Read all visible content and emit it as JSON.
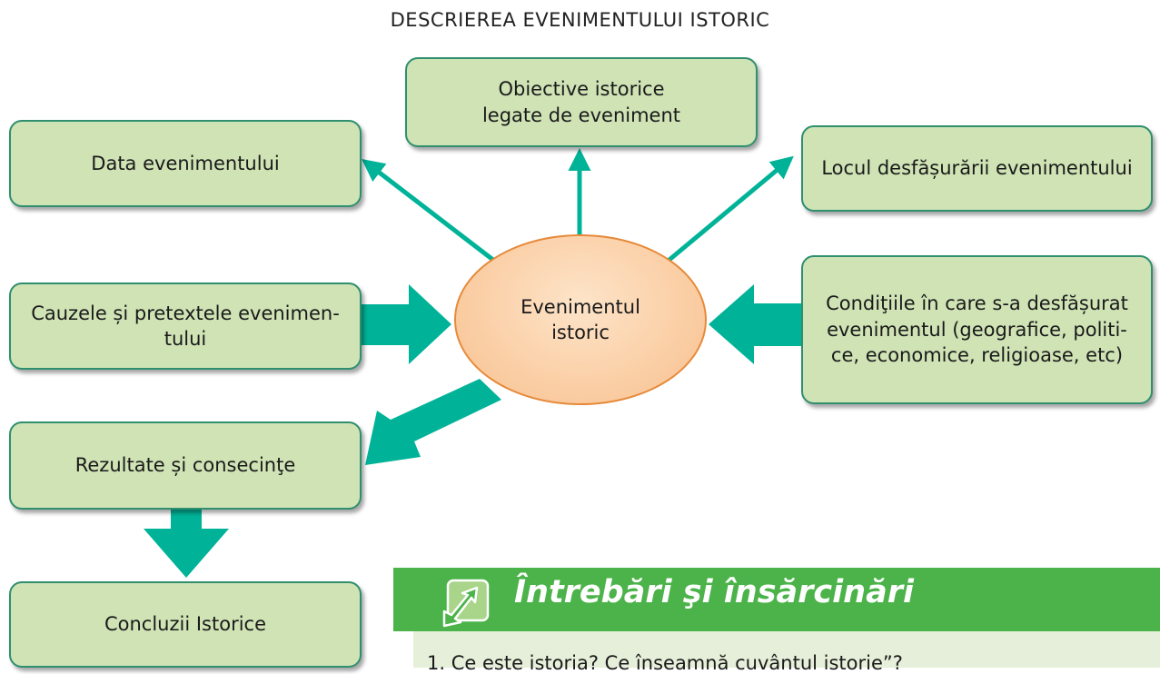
{
  "title": "DESCRIEREA EVENIMENTULUI ISTORIC",
  "center": {
    "line1": "Evenimentul",
    "line2": "istoric"
  },
  "boxes": {
    "objectives": {
      "line1": "Obiective istorice",
      "line2": "legate de eveniment"
    },
    "date": {
      "text": "Data evenimentului"
    },
    "place": {
      "text": "Locul desfășurării evenimentului"
    },
    "causes": {
      "line1": "Cauzele și pretextele evenimen-",
      "line2": "tului"
    },
    "conditions": {
      "line1": "Condiţiile în care s-a desfășurat",
      "line2": "evenimentul (geografice, politi-",
      "line3": "ce, economice, religioase, etc)"
    },
    "results": {
      "text": "Rezultate și consecinţe"
    },
    "conclusions": {
      "text": "Concluzii Istorice"
    }
  },
  "questions": {
    "heading": "Întrebări şi însărcinări",
    "first_item": "1.    Ce este istoria? Ce înseamnă cuvântul istorie”?"
  },
  "colors": {
    "box_fill": "#cfe3b5",
    "box_border": "#2f8f6f",
    "arrow": "#00b398",
    "ellipse_fill": "#f9c08e",
    "ellipse_border": "#e68a3a",
    "questions_bar": "#4bb349"
  }
}
